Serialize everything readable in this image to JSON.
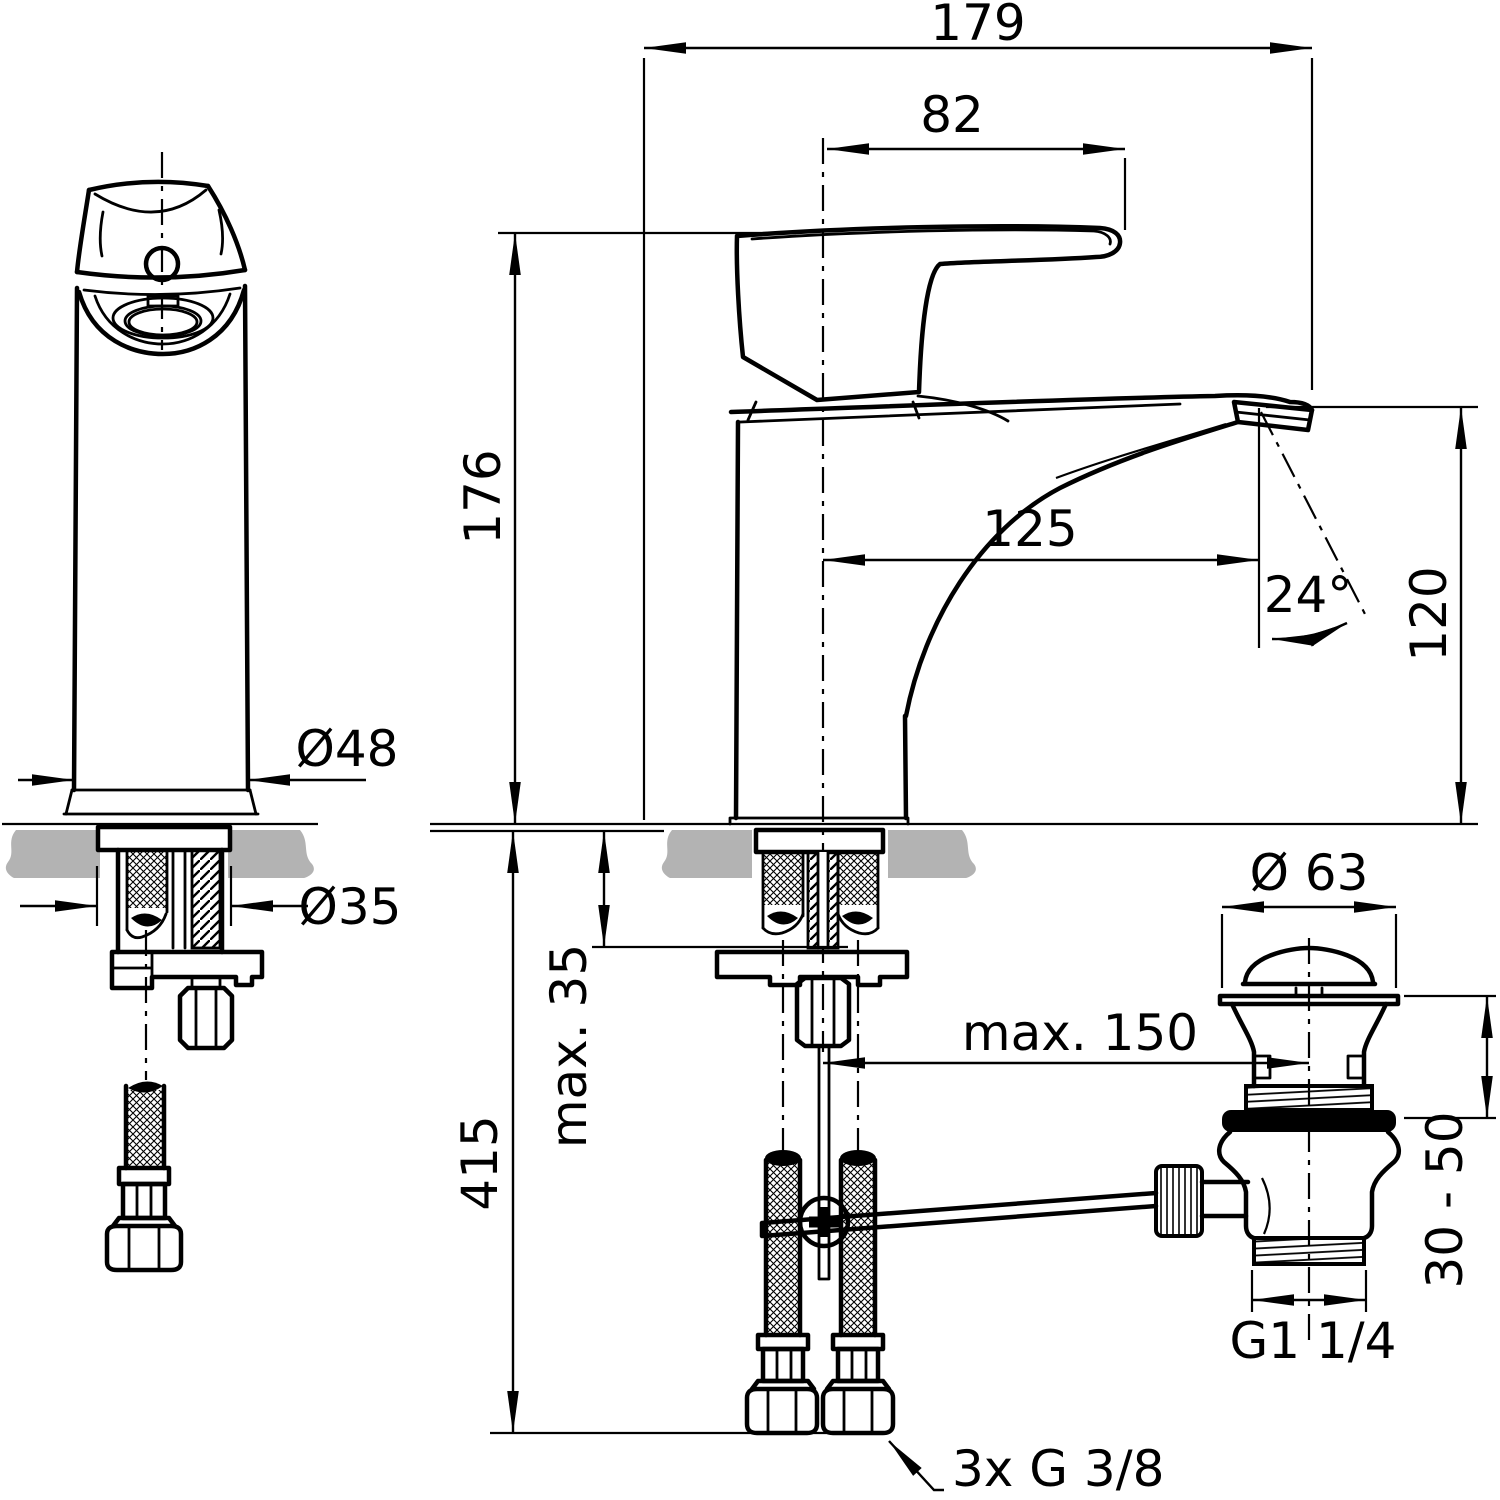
{
  "drawing": {
    "title": "basin mixer tap technical dimension drawing",
    "views": {
      "front_view": "faucet front elevation with supply hose and mounting set",
      "side_view": "faucet side elevation on counter with pop-up rod and supply hoses",
      "drain_view": "pop-up waste valve assembly"
    },
    "colors": {
      "line": "#000000",
      "counter_gray": "#b3b3b3",
      "background": "#ffffff"
    }
  },
  "dims": {
    "d179": "179",
    "d82": "82",
    "d176": "176",
    "d125": "125",
    "a24": "24°",
    "d120": "120",
    "d48": "Ø48",
    "d35": "Ø35",
    "dmax35": "max. 35",
    "d415": "415",
    "d63": "Ø 63",
    "dmax150": "max. 150",
    "d3050": "30 - 50",
    "g114": "G1 1/4",
    "g38": "3x G 3/8"
  }
}
